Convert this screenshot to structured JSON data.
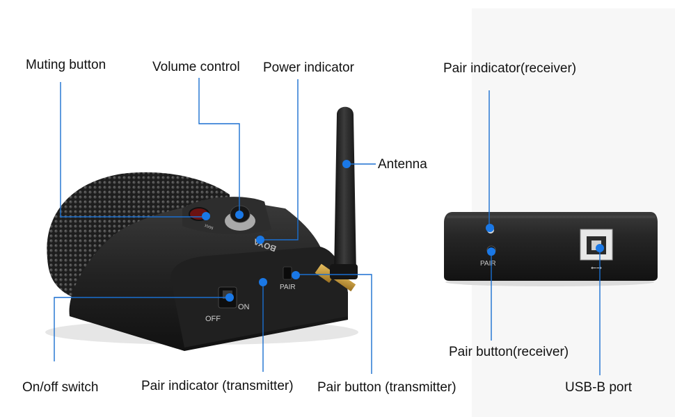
{
  "labels": {
    "muting_button": "Muting button",
    "volume_control": "Volume control",
    "power_indicator": "Power indicator",
    "antenna": "Antenna",
    "pair_indicator_receiver": "Pair indicator(receiver)",
    "pair_button_receiver": "Pair button(receiver)",
    "usb_b_port": "USB-B port",
    "on_off_switch": "On/off switch",
    "pair_indicator_transmitter": "Pair indicator (transmitter)",
    "pair_button_transmitter": "Pair button (transmitter)"
  },
  "device_text": {
    "off": "OFF",
    "on": "ON",
    "pair_tx": "PAIR",
    "pair_rx": "PAIR",
    "brand": "BOYA",
    "max": "MAX"
  },
  "colors": {
    "callout": "#1a6fd0",
    "dot": "#1a78e6",
    "device": "#1c1c1c"
  }
}
